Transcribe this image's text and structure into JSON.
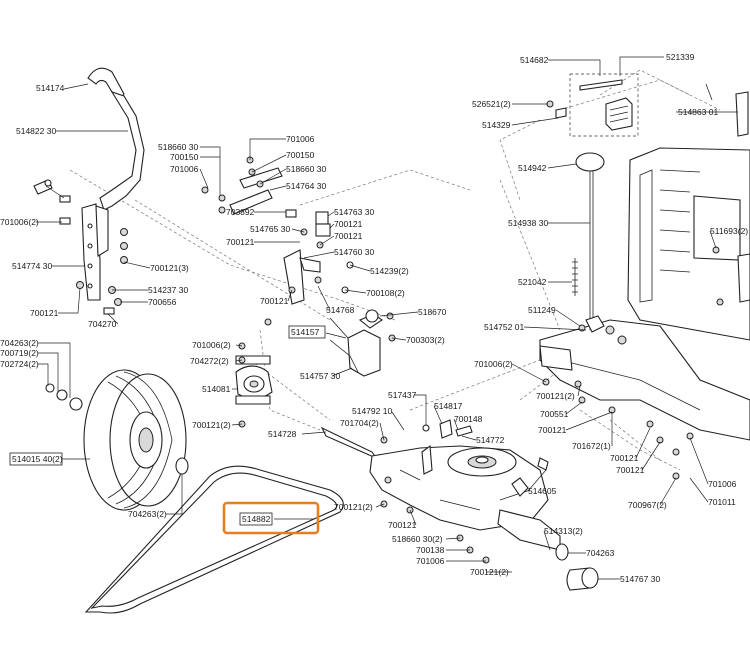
{
  "callouts": {
    "c514174": "514174",
    "c514822_30": "514822 30",
    "c701006_2_a": "701006(2)",
    "c514774_30": "514774 30",
    "c700121_a": "700121",
    "c700121_3": "700121(3)",
    "c514237_30": "514237 30",
    "c700656": "700656",
    "c704270": "704270",
    "c518660_30_a": "518660 30",
    "c700150_a": "700150",
    "c701006_a": "701006",
    "c701006_b": "701006",
    "c700150_b": "700150",
    "c518660_30_b": "518660 30",
    "c514764_30": "514764 30",
    "c703892": "703892",
    "c514765_30": "514765 30",
    "c700121_b": "700121",
    "c514763_30": "514763 30",
    "c700121_c": "700121",
    "c700121_d": "700121",
    "c514760_30": "514760 30",
    "c514239_2": "514239(2)",
    "c700108_2": "700108(2)",
    "c700121_e": "700121",
    "c514768": "514768",
    "c518670": "518670",
    "c514157": "514157",
    "c700303_2": "700303(2)",
    "c514757_30": "514757 30",
    "c704263_2": "704263(2)",
    "c700719_2": "700719(2)",
    "c702724_2": "702724(2)",
    "c701006_2_b": "701006(2)",
    "c704272_2": "704272(2)",
    "c514081": "514081",
    "c700121_2_a": "700121(2)",
    "c514728": "514728",
    "c514015_40_2": "514015 40(2)",
    "c704263_2_b": "704263(2)",
    "c514882": "514882",
    "c700121_2_b": "700121(2)",
    "c517437": "517437",
    "c514792_10": "514792 10",
    "c701704_2": "701704(2)",
    "c514817": "514817",
    "c700148": "700148",
    "c514772": "514772",
    "c514605": "514605",
    "c700121_f": "700121",
    "c514313_2": "514313(2)",
    "c518660_30_2": "518660 30(2)",
    "c700138": "700138",
    "c701006_c": "701006",
    "c700121_2_c": "700121(2)",
    "c704263": "704263",
    "c514767_30": "514767 30",
    "c514682": "514682",
    "c521339": "521339",
    "c526521_2": "526521(2)",
    "c514329": "514329",
    "c514863_01": "514863 01",
    "c514942": "514942",
    "c514938_30": "514938 30",
    "c511693_2": "511693(2)",
    "c521042": "521042",
    "c511249": "511249",
    "c514752_01": "514752 01",
    "c701006_2_c": "701006(2)",
    "c700121_2_d": "700121(2)",
    "c700551": "700551",
    "c700121_g": "700121",
    "c701672_1": "701672(1)",
    "c700121_h": "700121",
    "c700121_i": "700121",
    "c701006_d": "701006",
    "c700967_2": "700967(2)",
    "c701011": "701011"
  },
  "highlight_color": "#e67e22"
}
